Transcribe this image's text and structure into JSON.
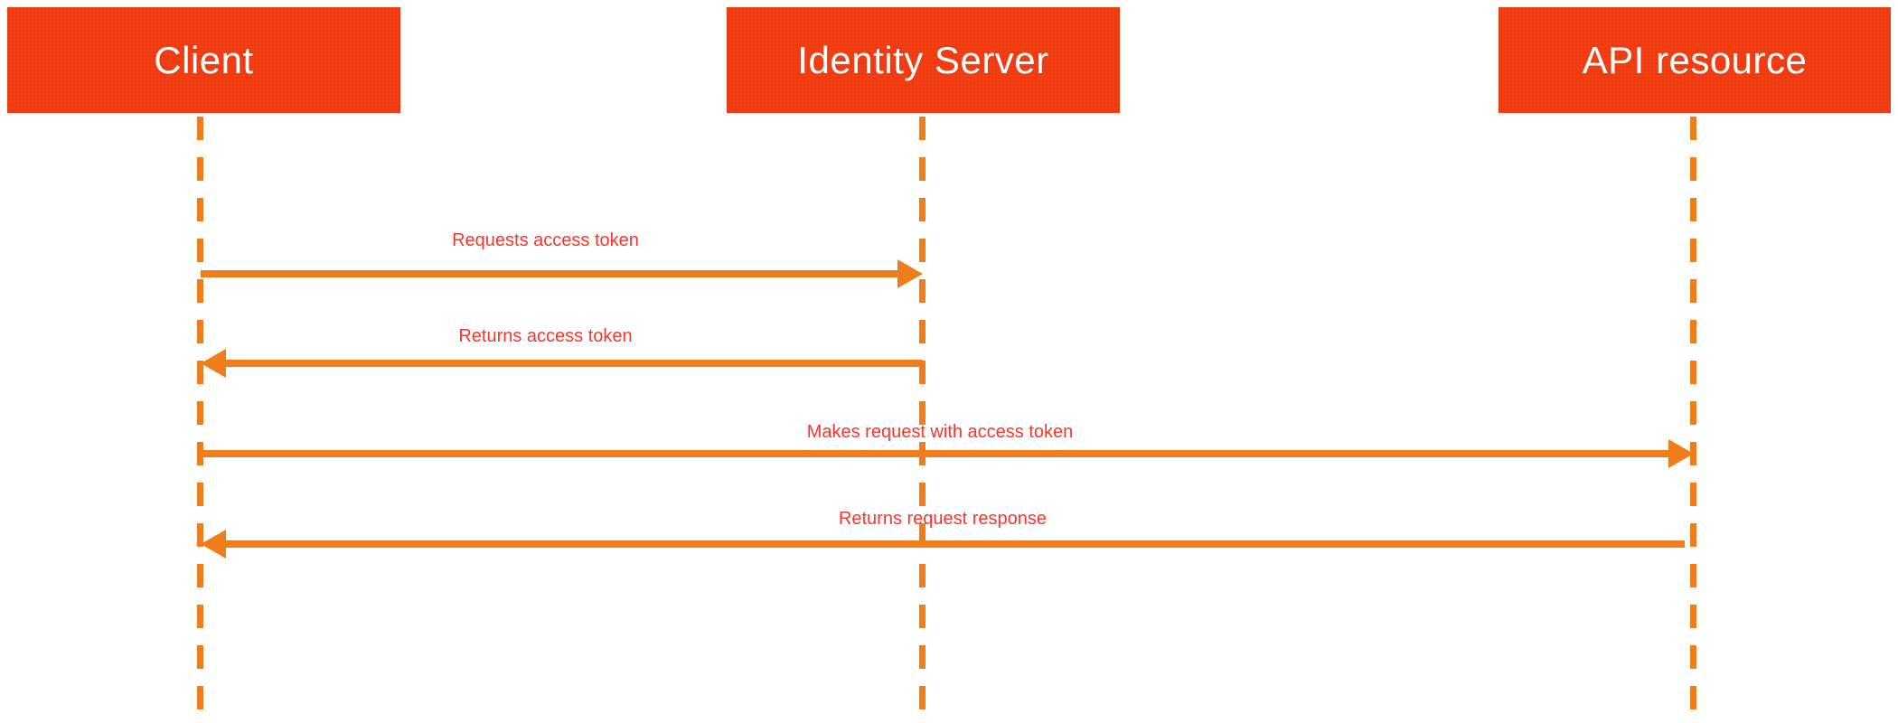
{
  "diagram": {
    "type": "sequence-diagram",
    "actors": [
      {
        "id": "client",
        "label": "Client"
      },
      {
        "id": "identity-server",
        "label": "Identity Server"
      },
      {
        "id": "api-resource",
        "label": "API resource"
      }
    ],
    "messages": [
      {
        "label": "Requests access token",
        "from": "client",
        "to": "identity-server",
        "direction": "right"
      },
      {
        "label": "Returns access token",
        "from": "identity-server",
        "to": "client",
        "direction": "left"
      },
      {
        "label": "Makes request with access token",
        "from": "client",
        "to": "api-resource",
        "direction": "right"
      },
      {
        "label": "Returns request response",
        "from": "api-resource",
        "to": "client",
        "direction": "left"
      }
    ],
    "colors": {
      "actor_fill": "#F23E12",
      "actor_text": "#FFFFFF",
      "arrow": "#EF7D1C",
      "message_text": "#FB352C",
      "background": "#FFFFFF"
    }
  }
}
